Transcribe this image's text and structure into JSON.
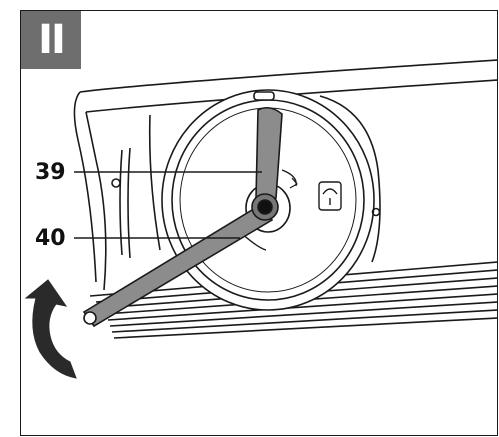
{
  "step_badge": "II",
  "callouts": [
    {
      "label": "39",
      "part": "handle-arm"
    },
    {
      "label": "40",
      "part": "crank-arm"
    }
  ],
  "icons": [
    "lock-icon",
    "rotate-arrow-icon"
  ],
  "colors": {
    "badge": "#6e6e6e",
    "line": "#1a1a1a",
    "arm": "#8c8c8c",
    "arrow": "#2a2a2a"
  }
}
